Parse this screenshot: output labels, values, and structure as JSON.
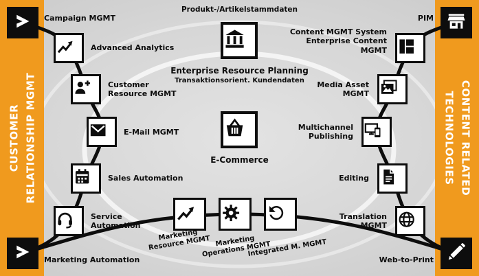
{
  "colors": {
    "orange": "#f09a1e",
    "gray": "#d6d6d6",
    "ink": "#0d0d0d",
    "white": "#ffffff"
  },
  "sidebars": {
    "left": {
      "line1": "CUSTOMER",
      "line2": "RELATIONSHIP MGMT"
    },
    "right": {
      "line1": "CONTENT RELATED",
      "line2": "TECHNOLOGIES"
    }
  },
  "corners": {
    "top_left": {
      "label": "Campaign MGMT",
      "icon": "arrow-logo-icon"
    },
    "bottom_left": {
      "label": "Marketing Automation",
      "icon": "arrow-logo-icon"
    },
    "top_right": {
      "label": "PIM",
      "icon": "storefront-icon"
    },
    "bottom_right": {
      "label": "Web-to-Print",
      "icon": "pencil-icon"
    }
  },
  "left_chain": [
    {
      "label": "Advanced Analytics",
      "icon": "trend-arrow-icon"
    },
    {
      "label": "Customer\nResource MGMT",
      "icon": "add-user-icon"
    },
    {
      "label": "E-Mail MGMT",
      "icon": "envelope-icon"
    },
    {
      "label": "Sales Automation",
      "icon": "calendar-icon"
    },
    {
      "label": "Service\nAutomation",
      "icon": "headset-icon"
    }
  ],
  "right_chain": [
    {
      "label": "Content MGMT System\nEnterprise Content\nMGMT",
      "icon": "layout-grid-icon"
    },
    {
      "label": "Media Asset\nMGMT",
      "icon": "image-stack-icon"
    },
    {
      "label": "Multichannel\nPublishing",
      "icon": "devices-icon"
    },
    {
      "label": "Editing",
      "icon": "document-icon"
    },
    {
      "label": "Translation\nMGMT",
      "icon": "globe-icon"
    }
  ],
  "center": {
    "top_caption": "Produkt-/Artikelstammdaten",
    "erp": {
      "title": "Enterprise Resource Planning",
      "subtitle": "Transaktionsorient. Kundendaten",
      "icon": "bank-icon"
    },
    "ecommerce": {
      "label": "E-Commerce",
      "icon": "basket-icon"
    },
    "bottom": [
      {
        "label": "Marketing\nResource MGMT",
        "icon": "trend-arrow-icon"
      },
      {
        "label": "Marketing\nOperations MGMT",
        "icon": "gear-icon"
      },
      {
        "label": "Integrated M. MGMT",
        "icon": "rotate-ccw-icon"
      }
    ]
  }
}
